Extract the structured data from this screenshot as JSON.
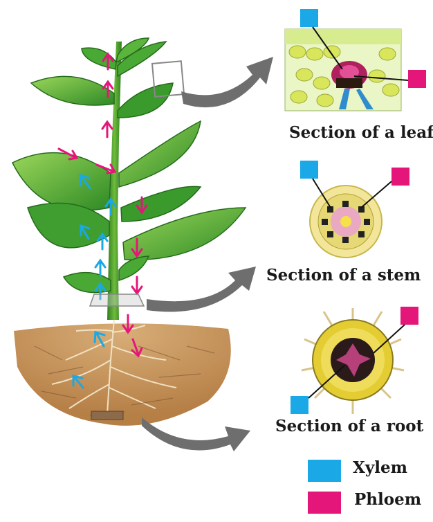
{
  "colors": {
    "xylem": "#1aa8e6",
    "phloem": "#e5167a",
    "leaf": "#3a9a2c",
    "leaf_light": "#8fcf4a",
    "soil": "#c89a62",
    "arrow_gray": "#6e6e6e"
  },
  "sections": {
    "leaf_caption": "Section of a leaf",
    "stem_caption": "Section of a stem",
    "root_caption": "Section of a root"
  },
  "legend": {
    "xylem_label": "Xylem",
    "phloem_label": "Phloem"
  }
}
